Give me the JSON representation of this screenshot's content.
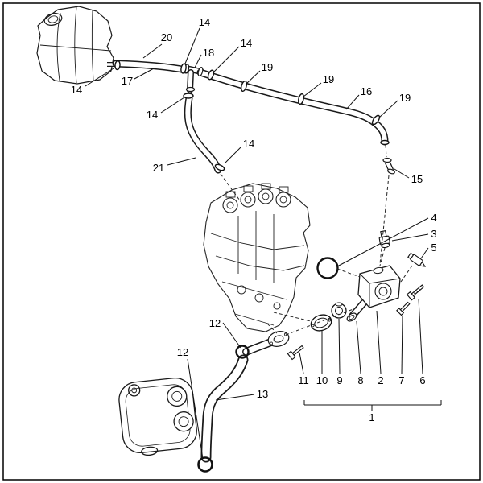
{
  "callouts": {
    "clamp_tank": "14",
    "hose_upper": "20",
    "pipe_tank_to_tee": "17",
    "clamp_before_tee": "14",
    "tee_connector": "18",
    "clamp_after_tee": "14",
    "clamp_a": "19",
    "clamp_b": "19",
    "hose_main": "16",
    "clamp_c": "19",
    "clamp_stub": "14",
    "hose_bent": "21",
    "clamp_hose_bent": "14",
    "connector": "15",
    "oring_thermostat": "4",
    "sensor_top": "3",
    "sensor_side": "5",
    "bolt_outlet": "11",
    "gasket": "10",
    "thermostat": "9",
    "fitting": "8",
    "housing": "2",
    "bolt_front": "7",
    "bolt_rear": "6",
    "assembly": "1",
    "oring_outlet": "12",
    "oring_hose_end": "12",
    "hose_cooler": "13"
  }
}
